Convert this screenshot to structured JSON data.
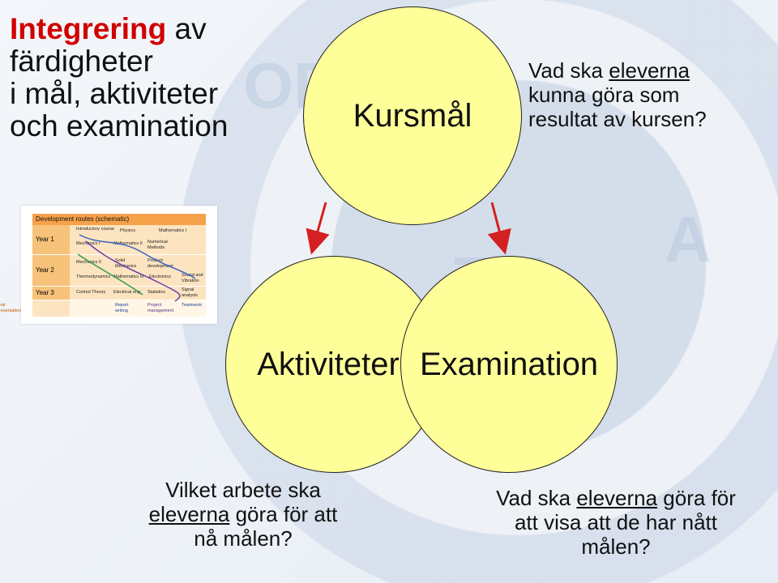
{
  "title": {
    "highlight": "Integrering",
    "rest1": " av",
    "line2": "färdigheter",
    "line3": "i mål, aktiviteter",
    "line4": "och examination"
  },
  "circles": {
    "kursmal": "Kursmål",
    "aktiviteter": "Aktiviteter",
    "examination": "Examination"
  },
  "notes": {
    "top_right": {
      "pre": "Vad ska ",
      "underlined": "eleverna",
      "line2": "kunna göra som",
      "line3": "resultat av kursen?"
    },
    "bottom_left": {
      "line1": "Vilket arbete ska",
      "underlined": "eleverna",
      "line2_rest": " göra för att",
      "line3": "nå målen?"
    },
    "bottom_right": {
      "pre": "Vad ska ",
      "underlined": "eleverna",
      "line1_rest": " göra för",
      "line2": "att visa att de har nått",
      "line3": "målen?"
    }
  },
  "schedule": {
    "header": "Development routes (schematic)",
    "years": [
      "Year 1",
      "Year 2",
      "Year 3"
    ],
    "year1": [
      "Introductory course",
      "Physics",
      "Mathematics I",
      "Mechanics I",
      "Mathematics II",
      "Numerical Methods"
    ],
    "year2": [
      "Mechanics II",
      "Solid Mechanics",
      "Product development",
      "Thermodynamics",
      "Mathematics III",
      "Electronics",
      "Sound and Vibration"
    ],
    "year3": [
      "Control Theory",
      "Electrical eng",
      "Statistics",
      "Signal analysis"
    ],
    "skills": [
      "Oral presentation",
      "Report writing",
      "Project management",
      "Teamwork"
    ]
  },
  "colors": {
    "circle_fill": "#ffff99",
    "title_accent": "#d10000",
    "arrow": "#d42020"
  }
}
